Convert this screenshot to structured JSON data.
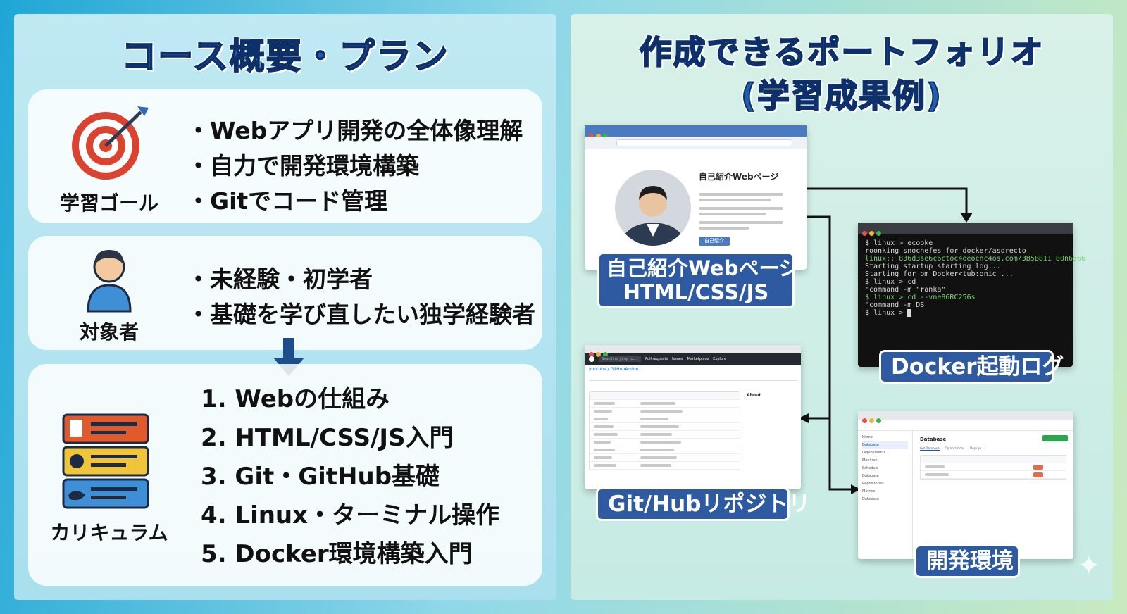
{
  "left": {
    "title": "コース概要・プラン",
    "goal": {
      "label": "学習ゴール",
      "items": [
        "・Webアプリ開発の全体像理解",
        "・自力で開発環境構築",
        "・Gitでコード管理"
      ]
    },
    "target": {
      "label": "対象者",
      "items": [
        "・未経験・初学者",
        "・基礎を学び直したい独学経験者"
      ]
    },
    "curriculum": {
      "label": "カリキュラム",
      "items": [
        "1. Webの仕組み",
        "2. HTML/CSS/JS入門",
        "3. Git・GitHub基礎",
        "4. Linux・ターミナル操作",
        "5. Docker環境構築入門"
      ]
    }
  },
  "right": {
    "title1": "作成できるポートフォリオ",
    "title2": "(学習成果例)",
    "web": {
      "heading": "自己紹介Webページ",
      "button": "自己紹介",
      "tag1": "自己紹介Webページ",
      "tag2": "HTML/CSS/JS"
    },
    "docker": {
      "tag": "Docker起動ログ",
      "lines": [
        "$ linux > ecooke",
        "roonking snochefes for docker/asorecto",
        "linux:: 836d3se6c6ctoc4oeocnc4os.com/3B5B811 80n6566",
        "Starting startup starting log...",
        "Starting for om Docker<tub:onic ...",
        "",
        "$ linux > cd",
        "\"command -m \"ranka\"",
        "",
        "$ linux > cd --vne86RC256s",
        "\"command -m DS",
        "",
        "$ linux > "
      ]
    },
    "github": {
      "tag": "Git/Hubリポジトリ",
      "search": "Search or jump to...",
      "nav": [
        "Pull requests",
        "Issues",
        "Marketplace",
        "Explore"
      ],
      "repo": "youtube / GitHubAddon",
      "about": "About"
    },
    "devenv": {
      "tag": "開発環境",
      "heading": "Database",
      "sidebar": [
        "Home",
        "Database",
        "Deployments",
        "Monitors",
        "Schedule",
        "Database",
        "Repositories",
        "Metrics",
        "Database"
      ],
      "tabs": [
        "Get Database",
        "Optimizations",
        "Deploys"
      ]
    }
  },
  "colors": {
    "title_blue": "#1f5fb0",
    "tag_blue": "#2d5aa0",
    "terminal_bg": "#111111"
  },
  "icons": [
    "target-icon",
    "person-icon",
    "stack-icon",
    "arrow-down-icon"
  ]
}
